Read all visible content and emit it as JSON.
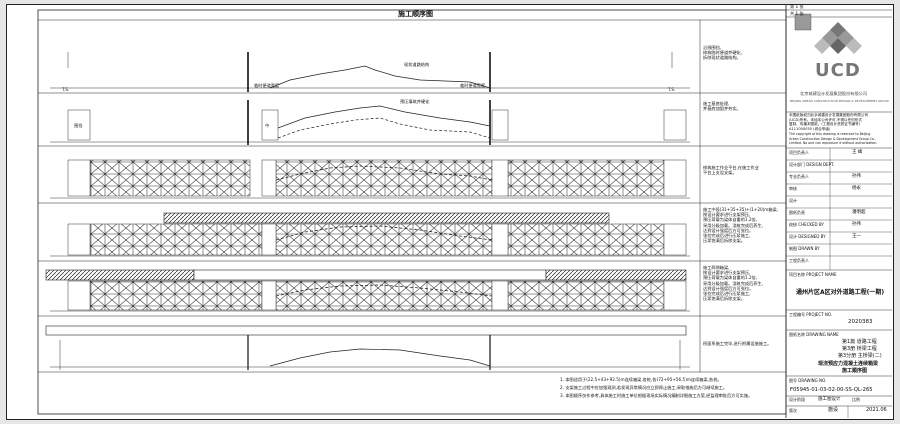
{
  "drawing": {
    "title": "施工顺序图",
    "sheet_label_current": "第 1 张",
    "sheet_label_total": "共 1 张"
  },
  "company": {
    "logo_text": "UCD",
    "name_cn": "北京城建设计发展集团股份有限公司",
    "name_en_small": "BEIJING URBAN CONSTRUCTION DESIGN & DEVELOPMENT GROUP",
    "license_line1": "本图纸版权归北京城建设计发展集团股份有限公司",
    "license_line2": "(UCD)所有。未经本公司许可,不得以任何形式",
    "license_line3": "复制、传播本图纸。(工程设计资质证书编号)",
    "license_line4": "A111000055 (综合甲级)",
    "copyright_en1": "The copyright of this drawing is reserved to Beijing",
    "copyright_en2": "Urban Construction Design & Development Group Co.,",
    "copyright_en3": "Limited. No one can reproduce it without authorization."
  },
  "stages": [
    {
      "notes": [
        "沿线围挡,",
        "修筑临时便道并硬化,",
        "拆除现状道路结构。"
      ]
    },
    {
      "notes": [
        "施工基底处理,",
        "并基底加固并夯实。"
      ]
    },
    {
      "notes": [
        "修筑施工作业平台,在施工作业",
        "平台上支设支架。"
      ]
    },
    {
      "notes": [
        "施工中段(31+35+35)+(1+20)m箱梁,",
        "按设计要求进行支架预压,",
        "预压荷载为梁体自重的1.2倍,",
        "采用分级加载。浇筑完成后养生,",
        "达到设计强度后方可张拉。",
        "张拉完成后进行压浆施工,",
        "压浆饱满后拆除支架。"
      ]
    },
    {
      "notes": [
        "施工两侧箱梁,",
        "按设计要求进行支架预压,",
        "预压荷载为梁体自重的1.2倍,",
        "采用分级加载。浇筑完成后养生,",
        "达到设计强度后方可张拉。",
        "张拉完成后进行压浆施工,",
        "压浆饱满后拆除支架。"
      ]
    },
    {
      "notes": [
        "桥面系施工完毕,进行附属设施施工。"
      ]
    }
  ],
  "labels": {
    "existing_road": "现状道路结构",
    "temp_road_left": "临时便道宽度",
    "temp_road_right": "临时便道宽度",
    "filled_base": "预压填筑并硬化",
    "fence": "围挡",
    "elevation_tag_a": "T.S.",
    "elevation_tag_b": "T.S.",
    "center": "中"
  },
  "footnotes": [
    "1. 本图适用于(22.5+43+92.5)m连续箱梁,各桩,各(72+95+56.5)m连续箱梁,各桩。",
    "2. 支架施工过程中应加强观测,若发现异常情况应立即停止施工,采取措施后方可继续施工。",
    "3. 本图顺序仅作参考,具体施工时施工单位根据现场实际情况编制详细施工方案,经监理审批后方可实施。"
  ],
  "title_block": {
    "rows": [
      {
        "label": "项目负责人",
        "value": "王 峰"
      },
      {
        "label": "设计部门 DESIGN DEPT.",
        "value": ""
      },
      {
        "label": "专业负责人",
        "value": "孙伟"
      },
      {
        "label": "审核",
        "value": "杨永"
      },
      {
        "label": "设计",
        "value": ""
      },
      {
        "label": "图纸负责",
        "value": "潘明超"
      },
      {
        "label": "校核 CHECKED BY",
        "value": "孙伟"
      },
      {
        "label": "设计 DESIGNED BY",
        "value": "王一"
      },
      {
        "label": "制图 DRAWN BY",
        "value": ""
      },
      {
        "label": "工程负责人",
        "value": ""
      }
    ],
    "project_name_label": "项目名称 PROJECT NAME",
    "project_name": "通州片区A区对外道路工程(一期)",
    "project_no_label": "工程编号 PROJECT NO.",
    "project_no": "2020383",
    "drawing_name_label": "图纸名称 DRAWING NAME",
    "drawing_name_1": "第1篇 道路工程",
    "drawing_name_2": "第3册 桥梁工程",
    "drawing_name_3": "第3分册 主桥梁(二)",
    "drawing_name_4": "现浇预应力混凝土连续箱梁",
    "drawing_name_5": "施工顺序图",
    "drawing_no_label": "图号 DRAWING NO.",
    "drawing_no": "F05945-01-03-02-00-SS-QL-265",
    "stage_label": "设计阶段",
    "stage_value": "施工图设计",
    "scale_label": "比例",
    "scale_value": "",
    "version_label": "版次",
    "version_value": "施设",
    "date": "2021.06"
  }
}
